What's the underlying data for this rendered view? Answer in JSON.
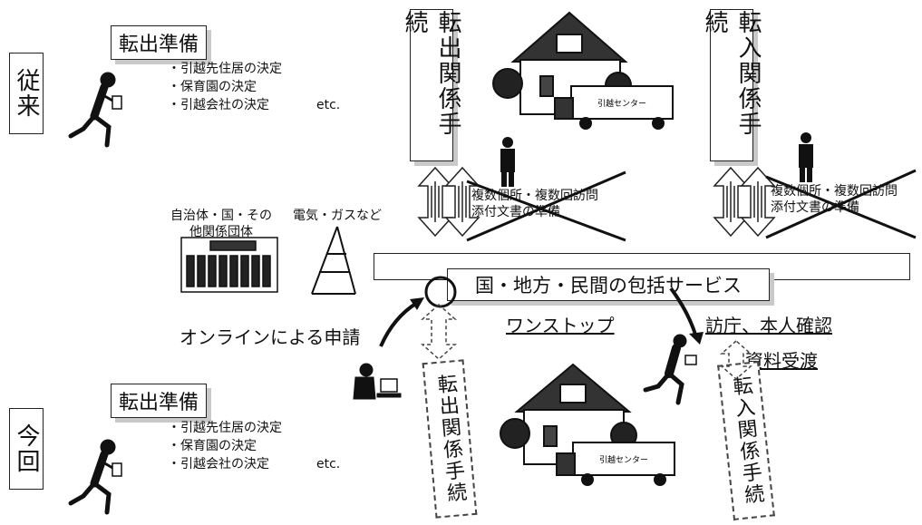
{
  "traditional": {
    "label": "従来",
    "prep_title": "転出準備",
    "prep_items": [
      "・引越先住居の決定",
      "・保育園の決定",
      "・引越会社の決定"
    ],
    "prep_etc": "etc.",
    "move_out_procedure": "転出関係手続",
    "move_in_procedure": "転入関係手続",
    "burden_note_1": "複数個所・複数回訪問",
    "burden_note_2": "添付文書の準備",
    "burden_note_right_1": "複数個所・複数回訪問",
    "burden_note_right_2": "添付文書の準備"
  },
  "orgs": {
    "gov_label_1": "自治体・国・その",
    "gov_label_2": "他関係団体",
    "utility_label": "電気・ガスなど"
  },
  "service": {
    "title": "国・地方・民間の包括サービス",
    "one_stop": "ワンストップ",
    "online_application": "オンラインによる申請",
    "visit_line_1": "訪庁、本人確認",
    "visit_line_2": "資料受渡",
    "truck_text": "引越センター"
  },
  "current": {
    "label": "今回",
    "prep_title": "転出準備",
    "prep_items": [
      "・引越先住居の決定",
      "・保育園の決定",
      "・引越会社の決定"
    ],
    "prep_etc": "etc.",
    "move_out_procedure": "転出関係手続",
    "move_in_procedure": "転入関係手続"
  }
}
